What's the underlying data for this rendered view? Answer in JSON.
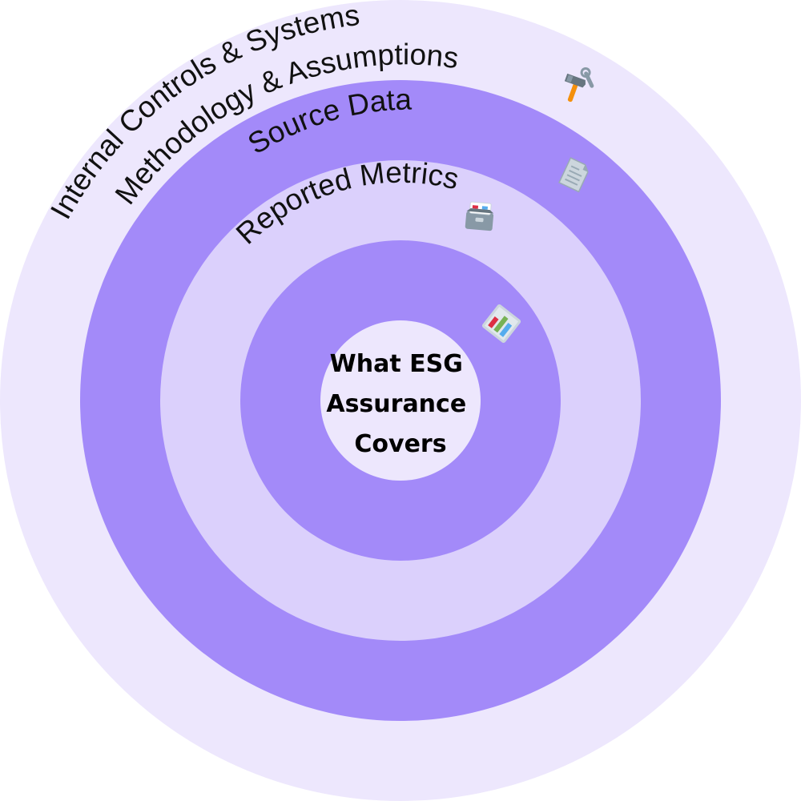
{
  "diagram": {
    "center_title": [
      "What ESG",
      "Assurance",
      "Covers"
    ],
    "rings": [
      {
        "label": "Internal Controls & Systems",
        "icon": "hammer-wrench-icon",
        "color": "#ede7fd"
      },
      {
        "label": "Methodology & Assumptions",
        "icon": "document-icon",
        "color": "#a38af9"
      },
      {
        "label": "Source Data",
        "icon": "card-file-box-icon",
        "color": "#dbd0fc"
      },
      {
        "label": "Reported Metrics",
        "icon": "bar-chart-icon",
        "color": "#a38af9"
      }
    ],
    "center_color": "#ede7fd"
  }
}
